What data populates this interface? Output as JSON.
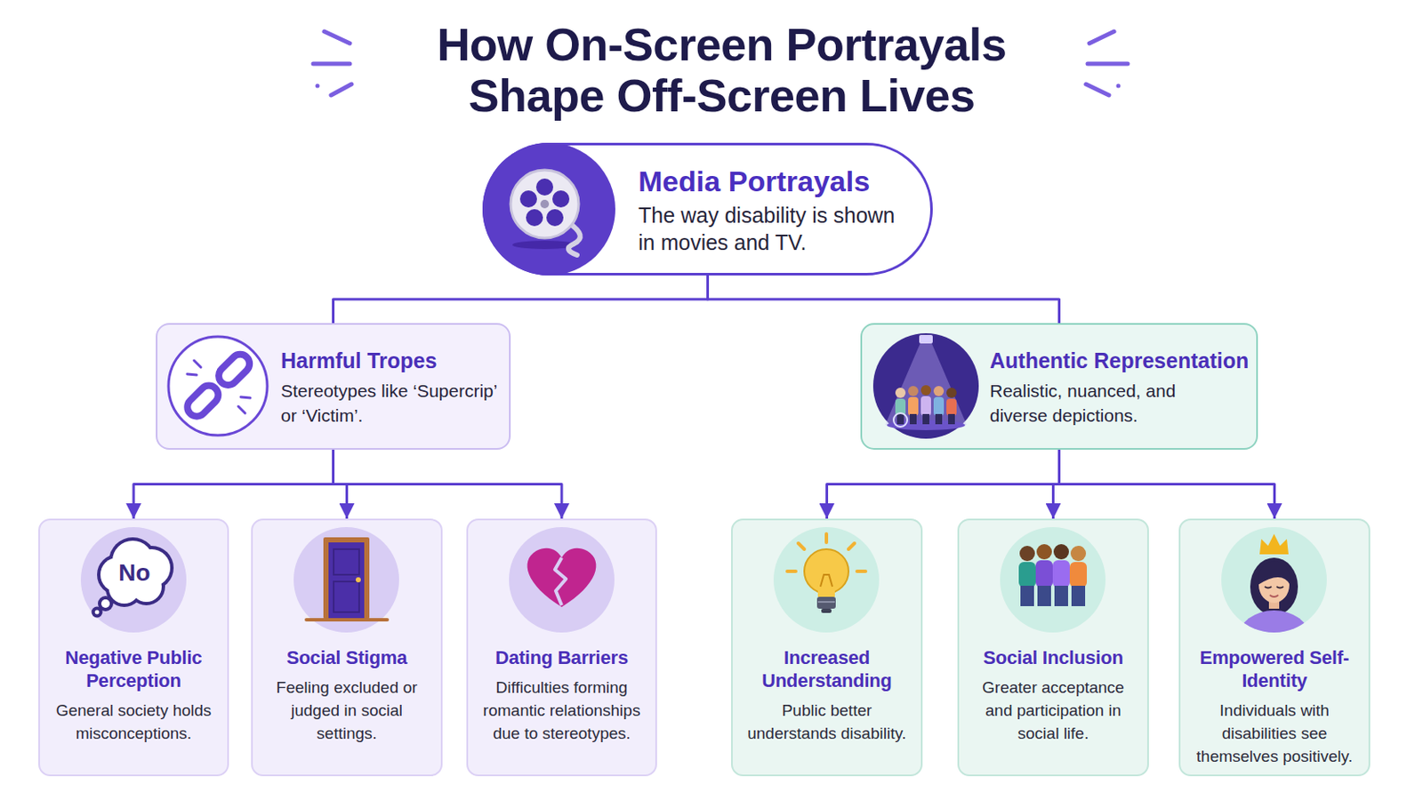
{
  "diagram": {
    "title": "How On-Screen Portrayals Shape Off-Screen Lives",
    "nodes": [
      {
        "text": [
          "Media Portrayals",
          "The way disability is shown in movies and TV."
        ]
      },
      {
        "text": [
          "Harmful Tropes",
          "Stereotypes like ‘Supercrip’ or ‘Victim’."
        ]
      },
      {
        "text": [
          "Authentic Representation",
          "Realistic, nuanced, and diverse depictions."
        ]
      },
      {
        "text": [
          "Negative Public Perception",
          "General society holds misconceptions."
        ]
      },
      {
        "text": [
          "Social Stigma",
          "Feeling excluded or judged in social settings."
        ]
      },
      {
        "text": [
          "Dating Barriers",
          "Difficulties forming romantic relationships due to stereotypes."
        ]
      },
      {
        "text": [
          "Increased Understanding",
          "Public better understands disability."
        ]
      },
      {
        "text": [
          "Social Inclusion",
          "Greater acceptance and participation in social life."
        ]
      },
      {
        "text": [
          "Empowered Self-Identity",
          "Individuals with disabilities see themselves positively."
        ]
      }
    ],
    "edges": [
      {
        "from": 0,
        "to": 1,
        "arrow": "none"
      },
      {
        "from": 0,
        "to": 2,
        "arrow": "none"
      },
      {
        "from": 1,
        "to": 3,
        "arrow": "to"
      },
      {
        "from": 1,
        "to": 4,
        "arrow": "to"
      },
      {
        "from": 1,
        "to": 5,
        "arrow": "to"
      },
      {
        "from": 2,
        "to": 6,
        "arrow": "to"
      },
      {
        "from": 2,
        "to": 7,
        "arrow": "to"
      },
      {
        "from": 2,
        "to": 8,
        "arrow": "to"
      }
    ],
    "labels": [
      "No"
    ]
  }
}
